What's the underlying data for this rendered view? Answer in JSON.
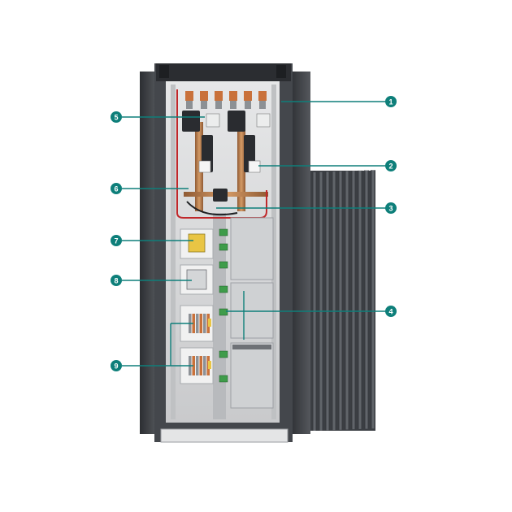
{
  "colors": {
    "accent": "#0e7f7a",
    "cabinet_frame": "#3a3d42",
    "cabinet_inner": "#d9dadb",
    "busbar_copper": "#b97a4a",
    "heatsink": "#4a4d52",
    "cable_red": "#c0282b"
  },
  "callouts": [
    {
      "id": "1",
      "label": "1"
    },
    {
      "id": "2",
      "label": "2"
    },
    {
      "id": "3",
      "label": "3"
    },
    {
      "id": "4",
      "label": "4"
    },
    {
      "id": "5",
      "label": "5"
    },
    {
      "id": "6",
      "label": "6"
    },
    {
      "id": "7",
      "label": "7"
    },
    {
      "id": "8",
      "label": "8"
    },
    {
      "id": "9",
      "label": "9"
    }
  ]
}
